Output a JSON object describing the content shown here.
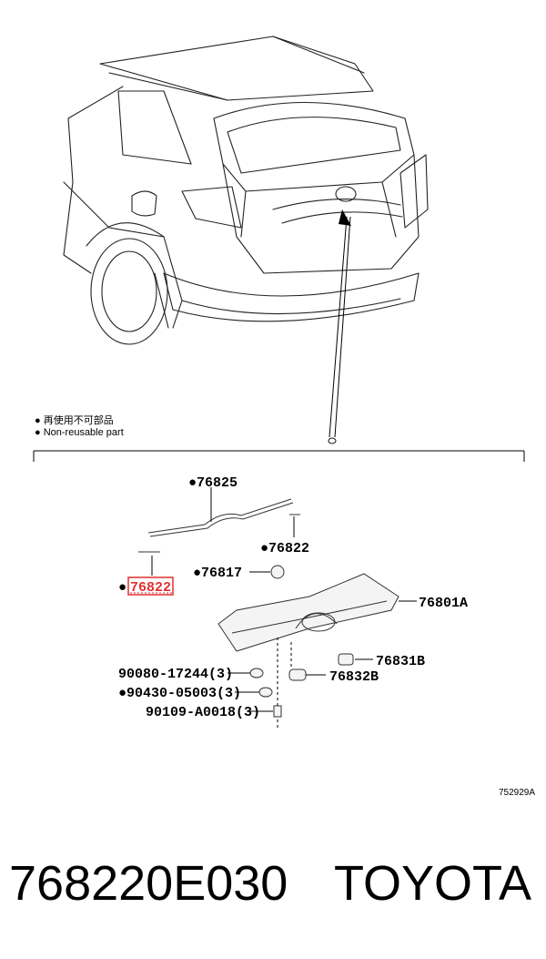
{
  "legend": {
    "line1": "● 再使用不可部品",
    "line2": "● Non-reusable part"
  },
  "callouts": {
    "c76825": "●76825",
    "c76822_right": "●76822",
    "c76817": "●76817",
    "c76822_left": "76822",
    "c76822_left_dot": "●",
    "c76801a": "76801A",
    "c76831b": "76831B",
    "c76832b": "76832B",
    "c90080": "90080-17244(3)",
    "c90430": "●90430-05003(3)",
    "c90109": "90109-A0018(3)"
  },
  "highlight_color": "#e03030",
  "diagram_ref": "752929A",
  "footer": {
    "part_number": "768220E030",
    "brand": "TOYOTA"
  }
}
